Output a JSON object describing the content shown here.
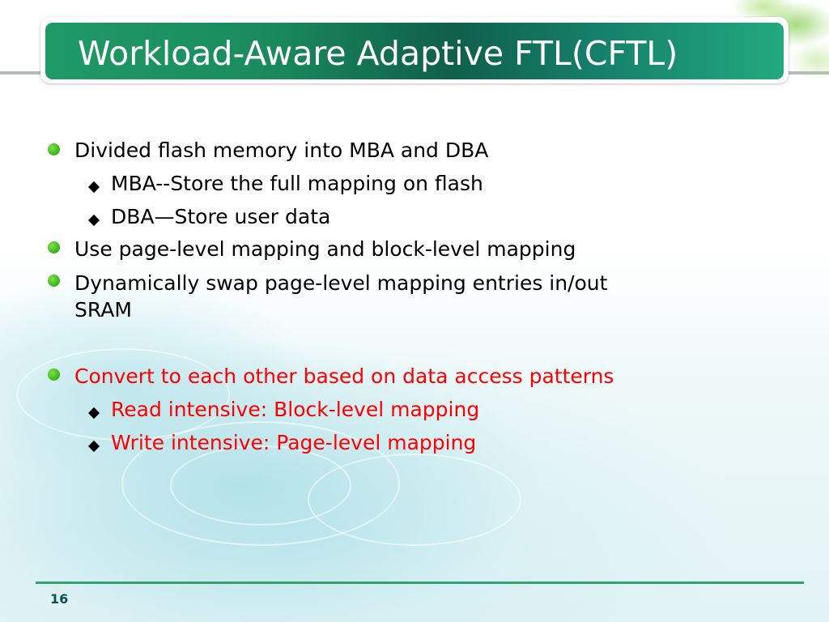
{
  "slide": {
    "title": "Workload-Aware Adaptive FTL(CFTL)",
    "bullets": [
      {
        "level": 1,
        "text": "Divided flash memory into MBA and DBA",
        "color": "#000000"
      },
      {
        "level": 2,
        "text": "MBA--Store the full mapping on flash",
        "color": "#000000"
      },
      {
        "level": 2,
        "text": "DBA—Store user data",
        "color": "#000000"
      },
      {
        "level": 1,
        "text": "Use page-level mapping and block-level mapping",
        "color": "#000000"
      },
      {
        "level": 1,
        "text_line1": "Dynamically swap page-level mapping entries in/out",
        "text_line2": "SRAM",
        "color": "#000000"
      },
      {
        "level": 1,
        "text": "Convert to each other based on data access patterns",
        "color": "#ff0000"
      },
      {
        "level": 2,
        "text": "Read intensive: Block-level mapping",
        "color": "#ff0000"
      },
      {
        "level": 2,
        "text": "Write intensive: Page-level mapping",
        "color": "#ff0000"
      }
    ],
    "page_number": "16"
  },
  "colors": {
    "title_bar": "#1a8b5d",
    "bullet_dot": "#3fb81e",
    "emphasis_text": "#ff0000",
    "footer_rule": "#2fa36b",
    "page_number": "#0b4f57"
  }
}
